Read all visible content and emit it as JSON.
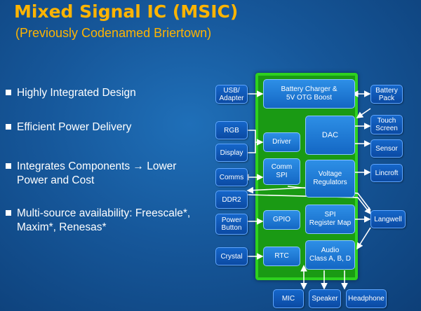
{
  "slide": {
    "title": "Mixed Signal IC (MSIC)",
    "subtitle": "(Previously Codenamed Briertown)",
    "colors": {
      "title": "#ffb400",
      "background": "#16579a",
      "chip_fill": "#1a9a14",
      "chip_border": "#2ed11f",
      "block": "#2d8fe6"
    }
  },
  "bullets": [
    "Highly Integrated Design",
    "Efficient Power Delivery",
    "Integrates Components → Lower Power and Cost",
    "Multi-source availability: Freescale*, Maxim*, Renesas*"
  ],
  "chip_blocks": {
    "battery_charger": "Battery Charger &\n5V OTG Boost",
    "dac": "DAC",
    "driver": "Driver",
    "comm_spi": "Comm\nSPI",
    "voltage_regulators": "Voltage\nRegulators",
    "gpio": "GPIO",
    "spi_register_map": "SPI\nRegister Map",
    "rtc": "RTC",
    "audio": "Audio\nClass A, B, D"
  },
  "external_blocks": {
    "usb_adapter": "USB/\nAdapter",
    "rgb": "RGB",
    "display": "Display",
    "comms": "Comms",
    "ddr2": "DDR2",
    "power_button": "Power\nButton",
    "crystal": "Crystal",
    "battery_pack": "Battery\nPack",
    "touch_screen": "Touch\nScreen",
    "sensor": "Sensor",
    "lincroft": "Lincroft",
    "langwell": "Langwell",
    "mic": "MIC",
    "speaker": "Speaker",
    "headphone": "Headphone"
  }
}
